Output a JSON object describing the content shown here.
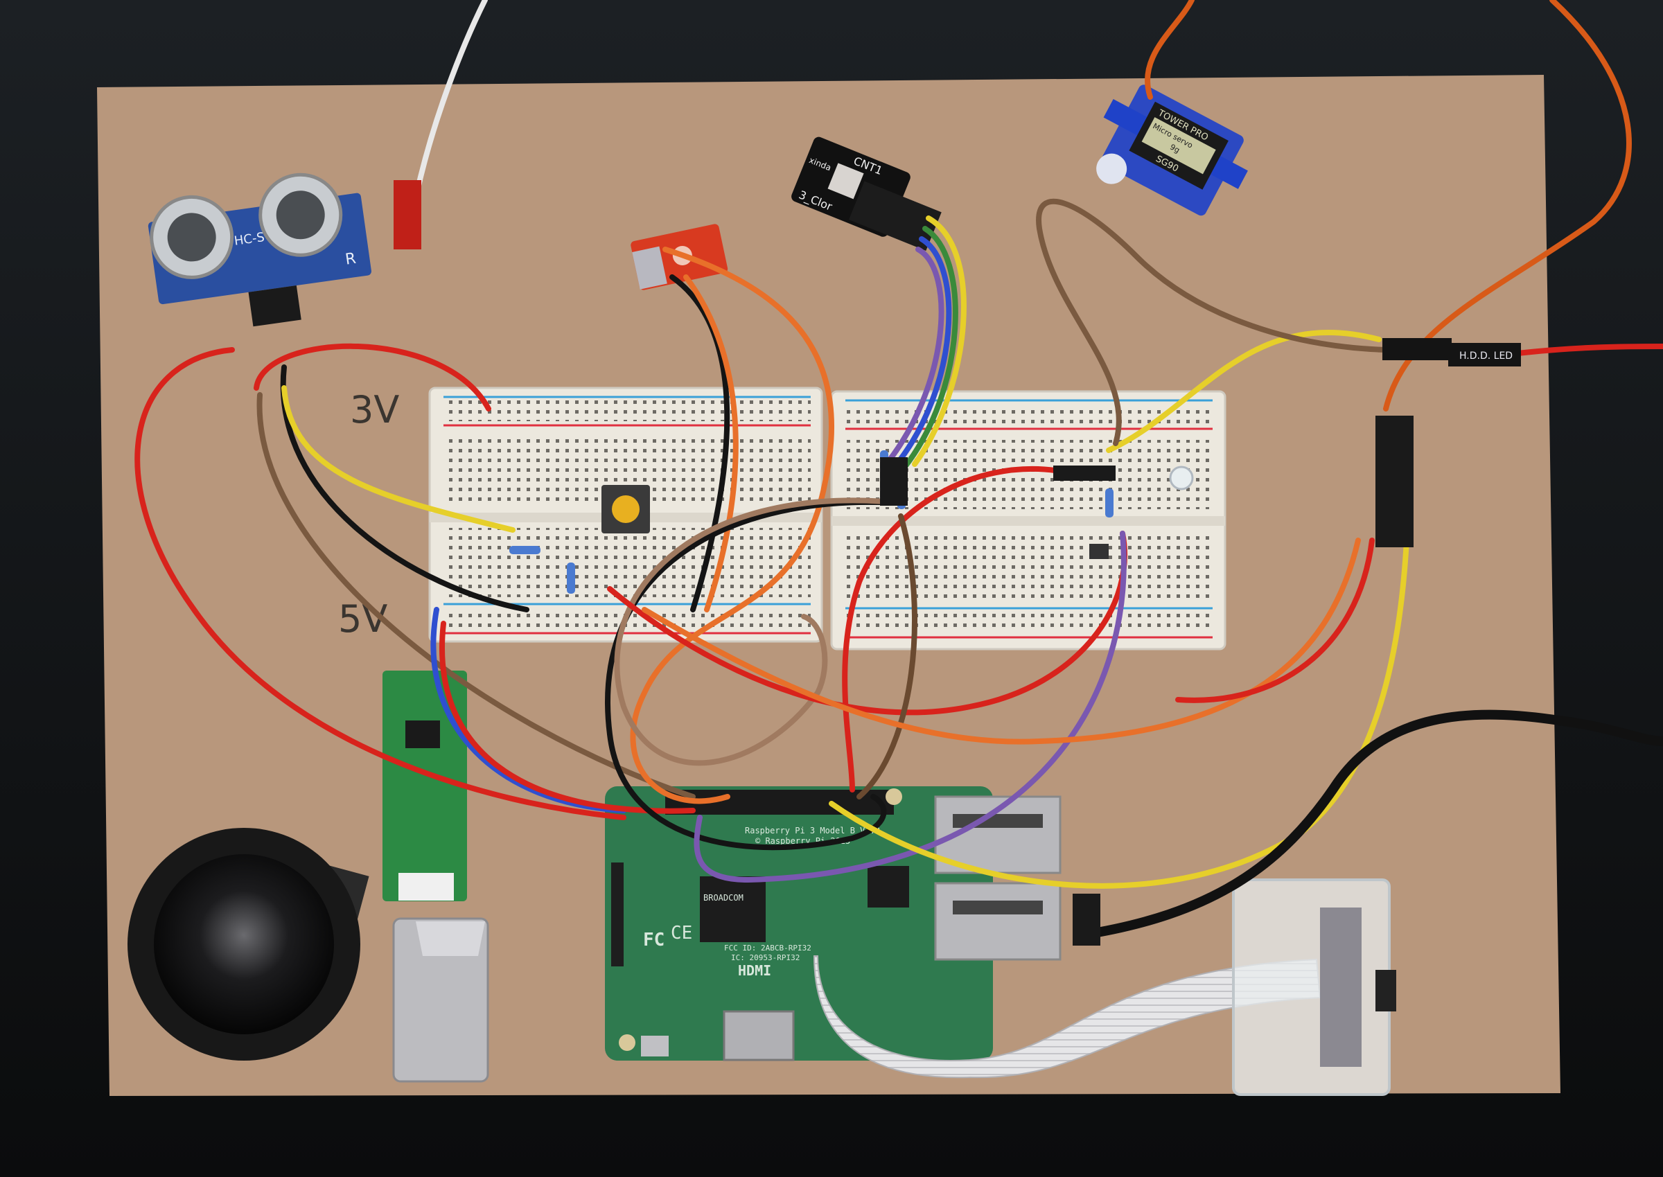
{
  "board": {
    "labels": {
      "three_volt": "3V",
      "five_volt": "5V"
    }
  },
  "components": {
    "ultrasonic_sensor": {
      "label": "HC-S",
      "pin_label": "R"
    },
    "color_sensor": {
      "label_top": "CNT1",
      "label_side": "xinda",
      "label_bottom": "3_Clor"
    },
    "servo": {
      "brand": "TOWER PRO",
      "type": "Micro servo",
      "model": "SG90",
      "weight": "9g"
    },
    "connector": {
      "label": "H.D.D. LED"
    },
    "raspberry_pi": {
      "model_text": "Raspberry Pi 3 Model B V1.2",
      "copyright_text": "© Raspberry Pi 2015",
      "chip_brand": "BROADCOM",
      "fcc_text": "FCC ID: 2ABCB-RPI32",
      "ic_text": "IC: 20953-RPI32",
      "hdmi_label": "HDMI",
      "fc_mark": "FC",
      "ce_mark": "CE"
    }
  },
  "colors": {
    "background": "#101214",
    "cardboard": "#b8977c",
    "breadboard": "#ece8de",
    "pcb_green": "#2f7a4f",
    "wire_red": "#d8231c",
    "wire_orange": "#e8702a",
    "wire_yellow": "#e6cf2a",
    "wire_black": "#141414",
    "wire_brown": "#7a5a40",
    "wire_blue": "#2f4fd0",
    "wire_purple": "#7a58b0",
    "wire_green": "#3a8a3a"
  }
}
